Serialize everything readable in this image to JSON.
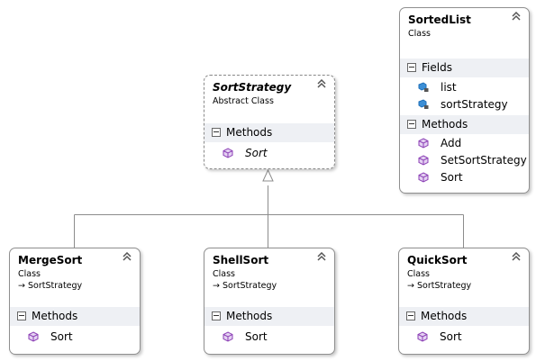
{
  "classes": {
    "sortstrategy": {
      "name": "SortStrategy",
      "stereotype": "Abstract Class",
      "methods_label": "Methods",
      "methods": [
        "Sort"
      ]
    },
    "sortedlist": {
      "name": "SortedList",
      "stereotype": "Class",
      "fields_label": "Fields",
      "fields": [
        "list",
        "sortStrategy"
      ],
      "methods_label": "Methods",
      "methods": [
        "Add",
        "SetSortStrategy",
        "Sort"
      ]
    },
    "mergesort": {
      "name": "MergeSort",
      "stereotype": "Class",
      "inherits": "SortStrategy",
      "methods_label": "Methods",
      "methods": [
        "Sort"
      ]
    },
    "shellsort": {
      "name": "ShellSort",
      "stereotype": "Class",
      "inherits": "SortStrategy",
      "methods_label": "Methods",
      "methods": [
        "Sort"
      ]
    },
    "quicksort": {
      "name": "QuickSort",
      "stereotype": "Class",
      "inherits": "SortStrategy",
      "methods_label": "Methods",
      "methods": [
        "Sort"
      ]
    }
  },
  "inherit_arrow_glyph": "→",
  "collapse_glyph": "⌃",
  "colors": {
    "section_bg": "#eef0f4",
    "border": "#8f8f8f",
    "method_icon": "#8b3fb5",
    "field_icon": "#1e6fb8",
    "connector": "#8c8c8c"
  },
  "icons": {
    "method": "method-cube-icon",
    "field": "field-lock-icon",
    "collapse": "double-chevron-up-icon",
    "section_toggle": "minus-box-icon"
  }
}
